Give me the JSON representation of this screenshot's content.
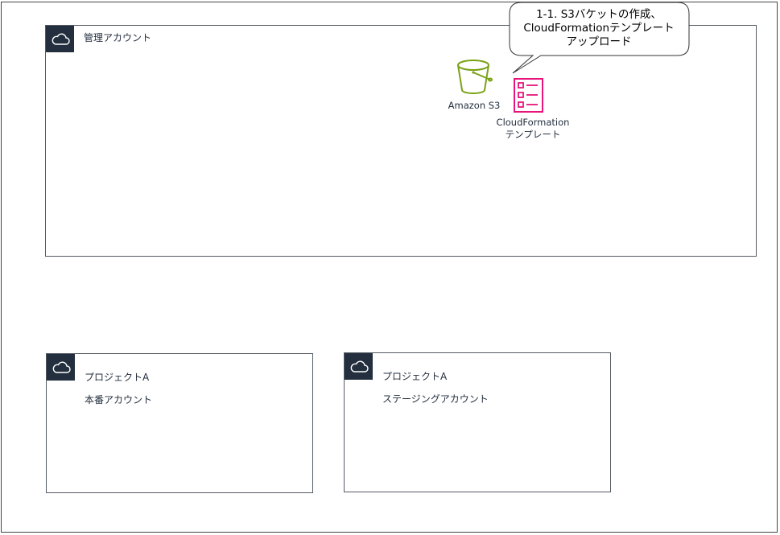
{
  "groups": {
    "management": {
      "label": "管理アカウント",
      "icon": "cloud-icon"
    },
    "production": {
      "label_line1": "プロジェクトA",
      "label_line2": "本番アカウント",
      "icon": "cloud-icon"
    },
    "staging": {
      "label_line1": "プロジェクトA",
      "label_line2": "ステージングアカウント",
      "icon": "cloud-icon"
    }
  },
  "services": {
    "s3": {
      "label": "Amazon S3",
      "icon": "s3-bucket-icon",
      "color": "#7aa116"
    },
    "cloudformation": {
      "label_line1": "CloudFormation",
      "label_line2": "テンプレート",
      "icon": "cloudformation-template-icon",
      "color": "#e7157b"
    }
  },
  "callout": {
    "line1": "1-1. S3バケットの作成、",
    "line2": "CloudFormationテンプレート",
    "line3": "アップロード"
  },
  "colors": {
    "group_header": "#232f3e",
    "border": "#555b63"
  }
}
